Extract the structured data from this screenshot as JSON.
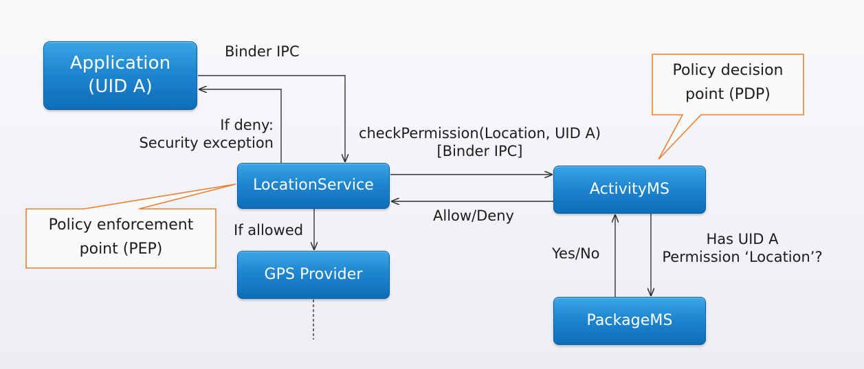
{
  "nodes": {
    "application": {
      "line1": "Application",
      "line2": "(UID A)"
    },
    "location_service": "LocationService",
    "gps_provider": "GPS Provider",
    "activity_ms": "ActivityMS",
    "package_ms": "PackageMS"
  },
  "edges": {
    "binder_ipc": "Binder IPC",
    "deny_line1": "If deny:",
    "deny_line2": "Security exception",
    "check_line1": "checkPermission(Location, UID A)",
    "check_line2": "[Binder IPC]",
    "allow_deny": "Allow/Deny",
    "if_allowed": "If allowed",
    "yes_no": "Yes/No",
    "has_uid_line1": "Has UID A",
    "has_uid_line2": "Permission ‘Location’?"
  },
  "callouts": {
    "pdp_line1": "Policy decision",
    "pdp_line2": "point (PDP)",
    "pep_line1": "Policy enforcement",
    "pep_line2": "point (PEP)"
  },
  "colors": {
    "node_fill": "#1f86cf",
    "callout_border": "#ed7d31",
    "connector": "#333333"
  }
}
